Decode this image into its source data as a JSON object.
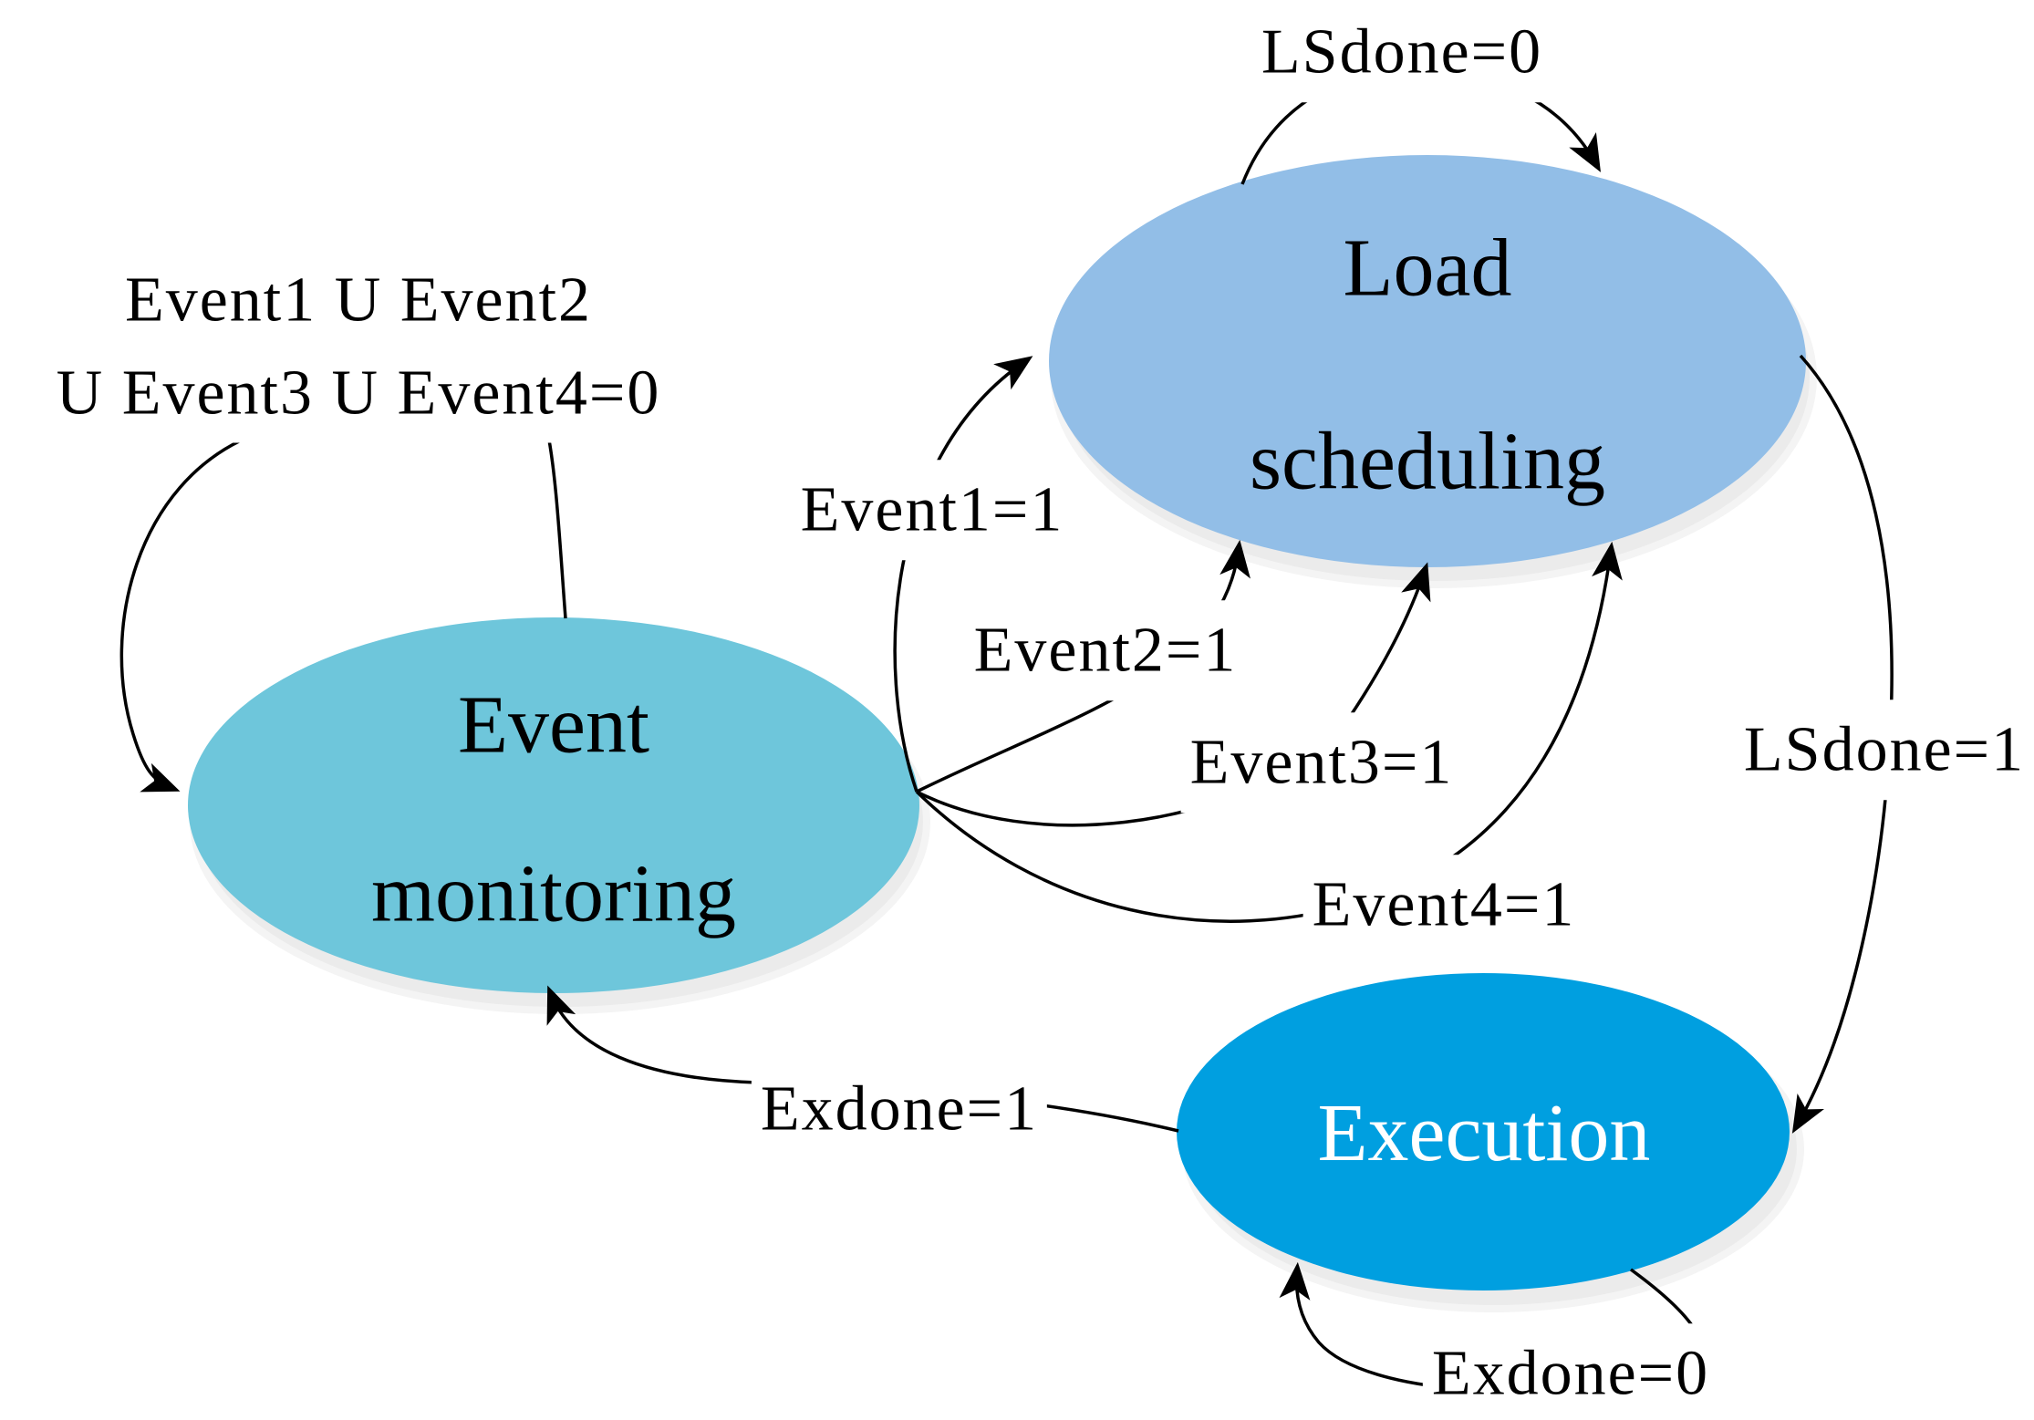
{
  "figure": {
    "type": "state-machine-diagram",
    "background": "#ffffff",
    "line_color": "#000000",
    "shadow_color": "#ebebeb"
  },
  "states": [
    {
      "id": "load-scheduling",
      "lines": [
        "Load",
        "scheduling"
      ],
      "fill": "#92BEE7",
      "text_color": "#000000"
    },
    {
      "id": "event-monitoring",
      "lines": [
        "Event",
        "monitoring"
      ],
      "fill": "#6EC6DB",
      "text_color": "#000000"
    },
    {
      "id": "execution",
      "lines": [
        "Execution"
      ],
      "fill": "#009FE0",
      "text_color": "#FFFFFF"
    }
  ],
  "transitions": [
    {
      "id": "ls-self-loop",
      "label": "LSdone=0",
      "from": "load-scheduling",
      "to": "load-scheduling"
    },
    {
      "id": "em-self-loop",
      "label_lines": [
        "Event1 U Event2",
        "U Event3 U Event4=0"
      ],
      "from": "event-monitoring",
      "to": "event-monitoring"
    },
    {
      "id": "event1",
      "label": "Event1=1",
      "from": "event-monitoring",
      "to": "load-scheduling"
    },
    {
      "id": "event2",
      "label": "Event2=1",
      "from": "event-monitoring",
      "to": "load-scheduling"
    },
    {
      "id": "event3",
      "label": "Event3=1",
      "from": "event-monitoring",
      "to": "load-scheduling"
    },
    {
      "id": "event4",
      "label": "Event4=1",
      "from": "event-monitoring",
      "to": "load-scheduling"
    },
    {
      "id": "lsdone1",
      "label": "LSdone=1",
      "from": "load-scheduling",
      "to": "execution"
    },
    {
      "id": "exdone1",
      "label": "Exdone=1",
      "from": "execution",
      "to": "event-monitoring"
    },
    {
      "id": "exdone0",
      "label": "Exdone=0",
      "from": "execution",
      "to": "execution"
    }
  ]
}
